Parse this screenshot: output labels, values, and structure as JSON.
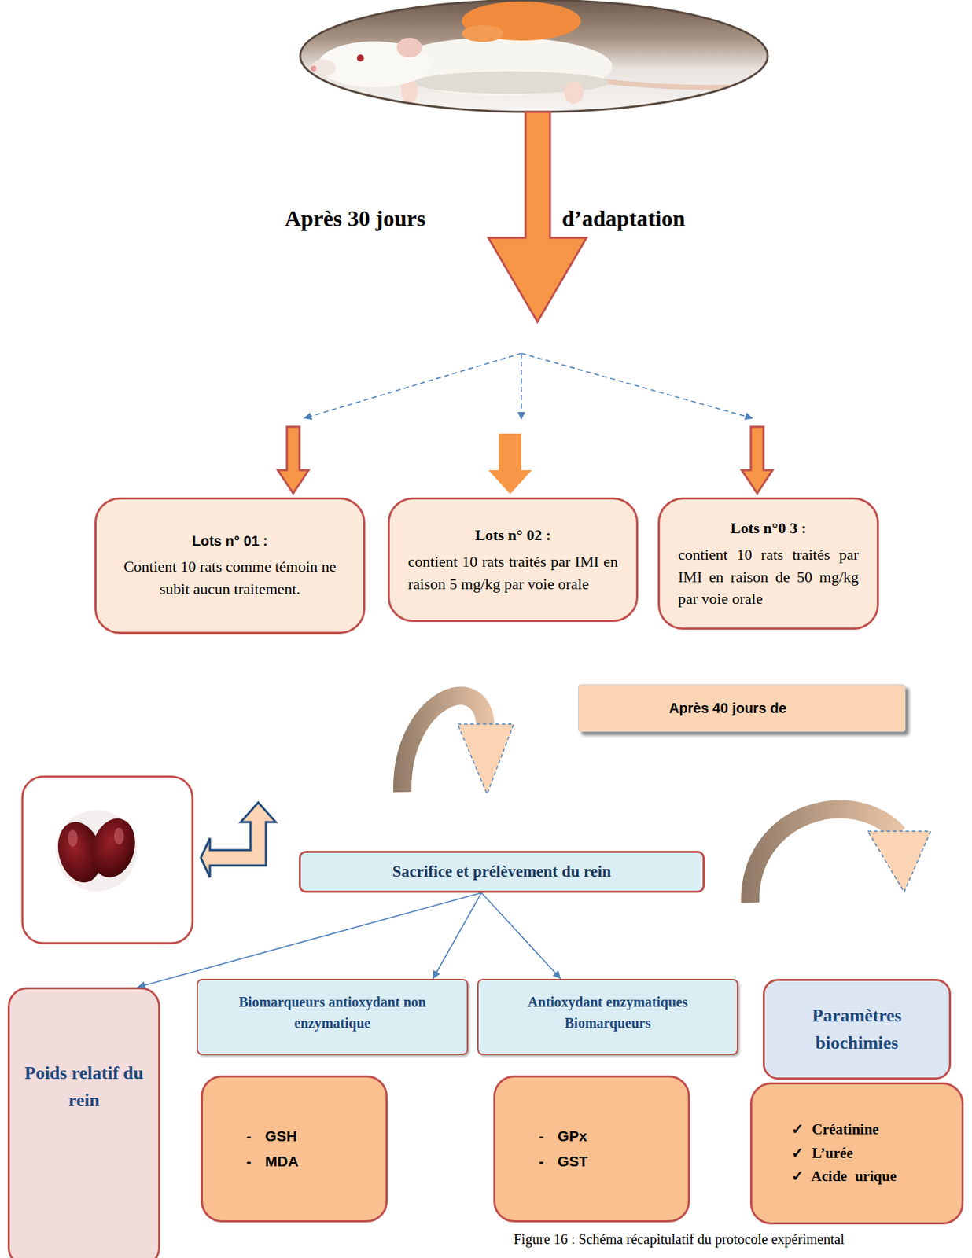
{
  "diagram": {
    "caption": "Figure 16 : Schéma récapitulatif du protocole expérimental",
    "nodes": [
      {
        "text": [
          "Lots n° 01 :",
          "Contient 10 rats comme témoin ne subit aucun traitement."
        ]
      },
      {
        "text": [
          "Lots n° 02 :",
          "contient 10 rats traités par IMI en raison 5 mg/kg par voie orale"
        ]
      },
      {
        "text": [
          "Lots n°0 3 :",
          "contient 10 rats traités par IMI en raison de 50 mg/kg par voie orale"
        ]
      },
      {
        "text": [
          "Après 40 jours de"
        ]
      },
      {
        "text": [
          "Sacrifice et prélèvement du rein"
        ]
      },
      {
        "text": [
          "Poids relatif du rein"
        ]
      },
      {
        "text": [
          "Biomarqueurs antioxydant non enzymatique"
        ]
      },
      {
        "text": [
          "Antioxydant enzymatiques Biomarqueurs"
        ]
      },
      {
        "text": [
          "Paramètres biochimies"
        ]
      },
      {
        "text": [
          "- GSH",
          "- MDA"
        ]
      },
      {
        "text": [
          "- GPx",
          "- GST"
        ]
      },
      {
        "text": [
          "✓ Créatinine",
          "✓ L’urée",
          "✓ Acide urique"
        ]
      }
    ],
    "edges": [
      {
        "from": 4,
        "to": 5,
        "arrow": "to"
      },
      {
        "from": 4,
        "to": 6,
        "arrow": "to"
      },
      {
        "from": 4,
        "to": 7,
        "arrow": "to"
      }
    ],
    "labels": [
      "Après 30 jours",
      "d’adaptation"
    ]
  }
}
